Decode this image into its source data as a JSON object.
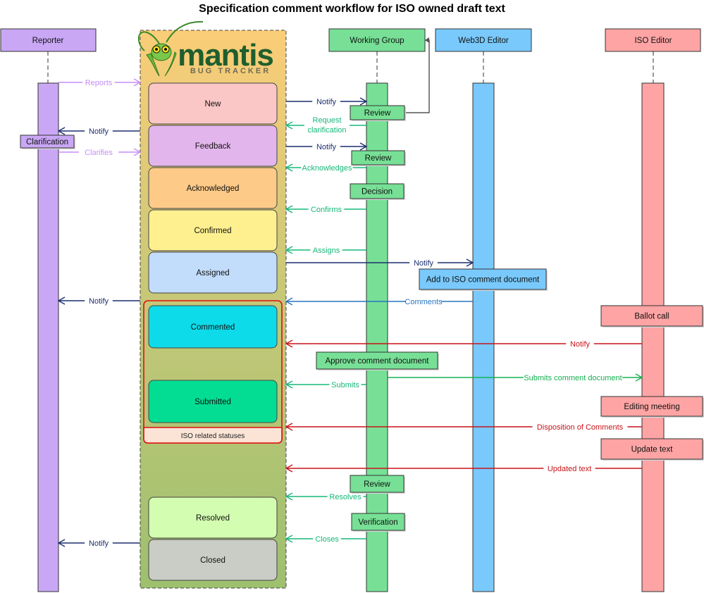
{
  "title": "Specification comment workflow for ISO owned draft text",
  "logo": {
    "name": "mantis",
    "tagline": "BUG TRACKER"
  },
  "lifelines": [
    {
      "id": "reporter",
      "label": "Reporter",
      "color": "#c9a7f5"
    },
    {
      "id": "working_group",
      "label": "Working Group",
      "color": "#77e096"
    },
    {
      "id": "web3d_editor",
      "label": "Web3D Editor",
      "color": "#79c9fc"
    },
    {
      "id": "iso_editor",
      "label": "ISO Editor",
      "color": "#fea4a4"
    }
  ],
  "statuses": [
    {
      "id": "new",
      "label": "New",
      "color": "#fbc6c6"
    },
    {
      "id": "feedback",
      "label": "Feedback",
      "color": "#e2b6ec"
    },
    {
      "id": "acknowledged",
      "label": "Acknowledged",
      "color": "#fdca88"
    },
    {
      "id": "confirmed",
      "label": "Confirmed",
      "color": "#fef08f"
    },
    {
      "id": "assigned",
      "label": "Assigned",
      "color": "#c2dcfb"
    },
    {
      "id": "commented",
      "label": "Commented",
      "color": "#0ddbe9"
    },
    {
      "id": "submitted",
      "label": "Submitted",
      "color": "#02dd93"
    },
    {
      "id": "resolved",
      "label": "Resolved",
      "color": "#d3fdb0"
    },
    {
      "id": "closed",
      "label": "Closed",
      "color": "#cacdc6"
    }
  ],
  "iso_group": {
    "label": "ISO related statuses",
    "border_color": "#e01010",
    "fill": "#fbe4d6"
  },
  "activities": {
    "clarification": "Clarification",
    "review_1": "Review",
    "review_2": "Review",
    "decision": "Decision",
    "add_to_iso": "Add to ISO comment document",
    "approve_doc": "Approve comment document",
    "review_3": "Review",
    "verification": "Verification",
    "ballot_call": "Ballot call",
    "editing_meeting": "Editing meeting",
    "update_text": "Update text"
  },
  "messages": {
    "reports": "Reports",
    "notify_reporter_1": "Notify",
    "clarifies": "Clarifies",
    "notify_wg_1": "Notify",
    "request_clarification": [
      "Request",
      "clarification"
    ],
    "notify_wg_2": "Notify",
    "acknowledges": "Acknowledges",
    "confirms": "Confirms",
    "assigns": "Assigns",
    "notify_web3d": "Notify",
    "notify_reporter_2": "Notify",
    "comments": "Comments",
    "notify_iso": "Notify",
    "submits": "Submits",
    "submits_comment_document": "Submits comment document",
    "disposition_of_comments": "Disposition of Comments",
    "updated_text": "Updated text",
    "resolves": "Resolves",
    "notify_reporter_3": "Notify",
    "closes": "Closes"
  },
  "colors": {
    "notify_navy": "#1c2f6f",
    "wg_green": "#16b87a",
    "reporter_purple": "#c58ef5",
    "web3d_blue": "#2a74c0",
    "iso_red": "#c8141a",
    "submit_green": "#16b050"
  }
}
